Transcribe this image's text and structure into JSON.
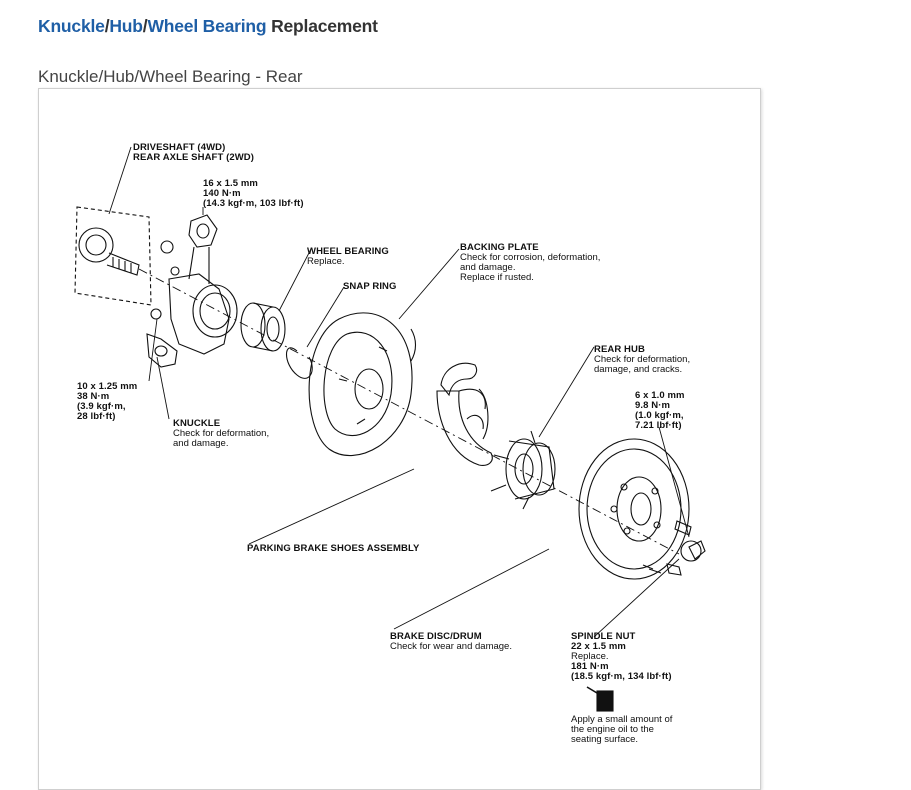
{
  "header": {
    "link_knuckle": "Knuckle",
    "sep1": "/",
    "link_hub": "Hub",
    "sep2": "/",
    "link_bearing": "Wheel Bearing",
    "suffix": " Replacement"
  },
  "subtitle": "Knuckle/Hub/Wheel Bearing - Rear",
  "diagram": {
    "driveshaft": {
      "line1": "DRIVESHAFT (4WD)",
      "line2": "REAR AXLE SHAFT (2WD)"
    },
    "torque_top": {
      "line1": "16 x 1.5 mm",
      "line2": "140 N·m",
      "line3": "(14.3 kgf·m, 103 lbf·ft)"
    },
    "wheel_bearing": {
      "name": "WHEEL BEARING",
      "note": "Replace."
    },
    "snap_ring": {
      "name": "SNAP RING"
    },
    "backing_plate": {
      "name": "BACKING PLATE",
      "note1": "Check for corrosion, deformation,",
      "note2": "and damage.",
      "note3": "Replace if rusted."
    },
    "rear_hub": {
      "name": "REAR HUB",
      "note1": "Check for deformation,",
      "note2": "damage, and cracks."
    },
    "torque_small": {
      "line1": "6 x 1.0 mm",
      "line2": "9.8 N·m",
      "line3": "(1.0 kgf·m,",
      "line4": "7.21 lbf·ft)"
    },
    "torque_left": {
      "line1": "10 x 1.25 mm",
      "line2": "38 N·m",
      "line3": "(3.9 kgf·m,",
      "line4": "28 lbf·ft)"
    },
    "knuckle": {
      "name": "KNUCKLE",
      "note1": "Check for deformation,",
      "note2": "and damage."
    },
    "parking_brake": {
      "name": "PARKING BRAKE SHOES ASSEMBLY"
    },
    "brake_disc": {
      "name": "BRAKE DISC/DRUM",
      "note": "Check for wear and damage."
    },
    "spindle_nut": {
      "name": "SPINDLE NUT",
      "line1": "22 x 1.5 mm",
      "line2": "Replace.",
      "line3": "181 N·m",
      "line4": "(18.5 kgf·m, 134 lbf·ft)"
    },
    "oil_note": {
      "line1": "Apply a small amount of",
      "line2": "the engine oil to the",
      "line3": "seating surface."
    }
  }
}
